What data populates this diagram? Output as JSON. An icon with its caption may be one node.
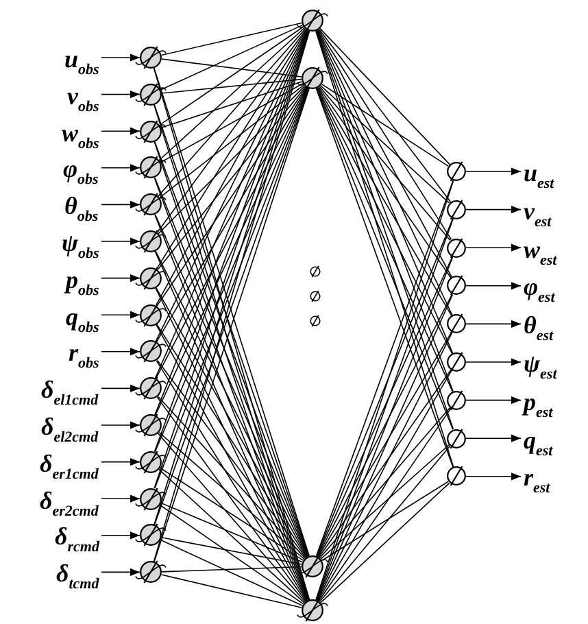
{
  "diagram": {
    "nodes": [
      {
        "text": [
          "u$_{obs}$"
        ]
      },
      {
        "text": [
          "v$_{obs}$"
        ]
      },
      {
        "text": [
          "w$_{obs}$"
        ]
      },
      {
        "text": [
          "φ$_{obs}$"
        ]
      },
      {
        "text": [
          "θ$_{obs}$"
        ]
      },
      {
        "text": [
          "ψ$_{obs}$"
        ]
      },
      {
        "text": [
          "p$_{obs}$"
        ]
      },
      {
        "text": [
          "q$_{obs}$"
        ]
      },
      {
        "text": [
          "r$_{obs}$"
        ]
      },
      {
        "text": [
          "δ$_{el1cmd}$"
        ]
      },
      {
        "text": [
          "δ$_{el2cmd}$"
        ]
      },
      {
        "text": [
          "δ$_{er1cmd}$"
        ]
      },
      {
        "text": [
          "δ$_{er2cmd}$"
        ]
      },
      {
        "text": [
          "δ$_{rcmd}$"
        ]
      },
      {
        "text": [
          "δ$_{tcmd}$"
        ]
      },
      {
        "text": [],
        "shape": "circle"
      },
      {
        "text": [],
        "shape": "circle"
      },
      {
        "text": [],
        "shape": "circle"
      },
      {
        "text": [],
        "shape": "circle"
      },
      {
        "text": [],
        "shape": "circle"
      },
      {
        "text": [],
        "shape": "circle"
      },
      {
        "text": [],
        "shape": "circle"
      },
      {
        "text": [],
        "shape": "circle"
      },
      {
        "text": [],
        "shape": "circle"
      },
      {
        "text": [],
        "shape": "circle"
      },
      {
        "text": [],
        "shape": "circle"
      },
      {
        "text": [],
        "shape": "circle"
      },
      {
        "text": [],
        "shape": "circle"
      },
      {
        "text": [],
        "shape": "circle"
      },
      {
        "text": [],
        "shape": "circle"
      },
      {
        "text": [],
        "shape": "circle"
      },
      {
        "text": [],
        "shape": "circle"
      },
      {
        "text": [],
        "shape": "circle"
      },
      {
        "text": [],
        "shape": "circle"
      },
      {
        "text": [],
        "shape": "circle"
      },
      {
        "text": [],
        "shape": "circle"
      },
      {
        "text": [],
        "shape": "circle"
      },
      {
        "text": [],
        "shape": "circle"
      },
      {
        "text": [],
        "shape": "circle"
      },
      {
        "text": [],
        "shape": "circle"
      },
      {
        "text": [],
        "shape": "circle"
      },
      {
        "text": [],
        "shape": "circle"
      },
      {
        "text": [],
        "shape": "circle"
      },
      {
        "text": [],
        "shape": "circle"
      },
      {
        "text": [],
        "shape": "circle"
      },
      {
        "text": [],
        "shape": "circle"
      },
      {
        "text": [
          "u$_{est}$"
        ]
      },
      {
        "text": [
          "v$_{est}$"
        ]
      },
      {
        "text": [
          "w$_{est}$"
        ]
      },
      {
        "text": [
          "φ$_{est}$"
        ]
      },
      {
        "text": [
          "θ$_{est}$"
        ]
      },
      {
        "text": [
          "ψ$_{est}$"
        ]
      },
      {
        "text": [
          "p$_{est}$"
        ]
      },
      {
        "text": [
          "q$_{est}$"
        ]
      },
      {
        "text": [
          "r$_{est}$"
        ]
      }
    ],
    "edges": [
      {
        "from": 0,
        "to": 15,
        "arrow": "to"
      },
      {
        "from": 1,
        "to": 16,
        "arrow": "to"
      },
      {
        "from": 2,
        "to": 17,
        "arrow": "to"
      },
      {
        "from": 3,
        "to": 18,
        "arrow": "to"
      },
      {
        "from": 4,
        "to": 19,
        "arrow": "to"
      },
      {
        "from": 5,
        "to": 20,
        "arrow": "to"
      },
      {
        "from": 6,
        "to": 21,
        "arrow": "to"
      },
      {
        "from": 7,
        "to": 22,
        "arrow": "to"
      },
      {
        "from": 8,
        "to": 23,
        "arrow": "to"
      },
      {
        "from": 9,
        "to": 24,
        "arrow": "to"
      },
      {
        "from": 10,
        "to": 25,
        "arrow": "to"
      },
      {
        "from": 11,
        "to": 26,
        "arrow": "to"
      },
      {
        "from": 12,
        "to": 27,
        "arrow": "to"
      },
      {
        "from": 13,
        "to": 28,
        "arrow": "to"
      },
      {
        "from": 14,
        "to": 29,
        "arrow": "to"
      },
      {
        "from": 15,
        "to": 30,
        "arrow": "none"
      },
      {
        "from": 15,
        "to": 31,
        "arrow": "none"
      },
      {
        "from": 15,
        "to": 35,
        "arrow": "none"
      },
      {
        "from": 15,
        "to": 36,
        "arrow": "none"
      },
      {
        "from": 16,
        "to": 30,
        "arrow": "none"
      },
      {
        "from": 16,
        "to": 31,
        "arrow": "none"
      },
      {
        "from": 16,
        "to": 35,
        "arrow": "none"
      },
      {
        "from": 16,
        "to": 36,
        "arrow": "none"
      },
      {
        "from": 17,
        "to": 30,
        "arrow": "none"
      },
      {
        "from": 17,
        "to": 31,
        "arrow": "none"
      },
      {
        "from": 17,
        "to": 35,
        "arrow": "none"
      },
      {
        "from": 17,
        "to": 36,
        "arrow": "none"
      },
      {
        "from": 18,
        "to": 30,
        "arrow": "none"
      },
      {
        "from": 18,
        "to": 31,
        "arrow": "none"
      },
      {
        "from": 18,
        "to": 35,
        "arrow": "none"
      },
      {
        "from": 18,
        "to": 36,
        "arrow": "none"
      },
      {
        "from": 19,
        "to": 30,
        "arrow": "none"
      },
      {
        "from": 19,
        "to": 31,
        "arrow": "none"
      },
      {
        "from": 19,
        "to": 35,
        "arrow": "none"
      },
      {
        "from": 19,
        "to": 36,
        "arrow": "none"
      },
      {
        "from": 20,
        "to": 30,
        "arrow": "none"
      },
      {
        "from": 20,
        "to": 31,
        "arrow": "none"
      },
      {
        "from": 20,
        "to": 35,
        "arrow": "none"
      },
      {
        "from": 20,
        "to": 36,
        "arrow": "none"
      },
      {
        "from": 21,
        "to": 30,
        "arrow": "none"
      },
      {
        "from": 21,
        "to": 31,
        "arrow": "none"
      },
      {
        "from": 21,
        "to": 35,
        "arrow": "none"
      },
      {
        "from": 21,
        "to": 36,
        "arrow": "none"
      },
      {
        "from": 22,
        "to": 30,
        "arrow": "none"
      },
      {
        "from": 22,
        "to": 31,
        "arrow": "none"
      },
      {
        "from": 22,
        "to": 35,
        "arrow": "none"
      },
      {
        "from": 22,
        "to": 36,
        "arrow": "none"
      },
      {
        "from": 23,
        "to": 30,
        "arrow": "none"
      },
      {
        "from": 23,
        "to": 31,
        "arrow": "none"
      },
      {
        "from": 23,
        "to": 35,
        "arrow": "none"
      },
      {
        "from": 23,
        "to": 36,
        "arrow": "none"
      },
      {
        "from": 24,
        "to": 30,
        "arrow": "none"
      },
      {
        "from": 24,
        "to": 31,
        "arrow": "none"
      },
      {
        "from": 24,
        "to": 35,
        "arrow": "none"
      },
      {
        "from": 24,
        "to": 36,
        "arrow": "none"
      },
      {
        "from": 25,
        "to": 30,
        "arrow": "none"
      },
      {
        "from": 25,
        "to": 31,
        "arrow": "none"
      },
      {
        "from": 25,
        "to": 35,
        "arrow": "none"
      },
      {
        "from": 25,
        "to": 36,
        "arrow": "none"
      },
      {
        "from": 26,
        "to": 30,
        "arrow": "none"
      },
      {
        "from": 26,
        "to": 31,
        "arrow": "none"
      },
      {
        "from": 26,
        "to": 35,
        "arrow": "none"
      },
      {
        "from": 26,
        "to": 36,
        "arrow": "none"
      },
      {
        "from": 27,
        "to": 30,
        "arrow": "none"
      },
      {
        "from": 27,
        "to": 31,
        "arrow": "none"
      },
      {
        "from": 27,
        "to": 35,
        "arrow": "none"
      },
      {
        "from": 27,
        "to": 36,
        "arrow": "none"
      },
      {
        "from": 28,
        "to": 30,
        "arrow": "none"
      },
      {
        "from": 28,
        "to": 31,
        "arrow": "none"
      },
      {
        "from": 28,
        "to": 35,
        "arrow": "none"
      },
      {
        "from": 28,
        "to": 36,
        "arrow": "none"
      },
      {
        "from": 29,
        "to": 30,
        "arrow": "none"
      },
      {
        "from": 29,
        "to": 31,
        "arrow": "none"
      },
      {
        "from": 29,
        "to": 35,
        "arrow": "none"
      },
      {
        "from": 29,
        "to": 36,
        "arrow": "none"
      },
      {
        "from": 30,
        "to": 37,
        "arrow": "none"
      },
      {
        "from": 30,
        "to": 38,
        "arrow": "none"
      },
      {
        "from": 30,
        "to": 39,
        "arrow": "none"
      },
      {
        "from": 30,
        "to": 40,
        "arrow": "none"
      },
      {
        "from": 30,
        "to": 41,
        "arrow": "none"
      },
      {
        "from": 30,
        "to": 42,
        "arrow": "none"
      },
      {
        "from": 30,
        "to": 43,
        "arrow": "none"
      },
      {
        "from": 30,
        "to": 44,
        "arrow": "none"
      },
      {
        "from": 30,
        "to": 45,
        "arrow": "none"
      },
      {
        "from": 31,
        "to": 37,
        "arrow": "none"
      },
      {
        "from": 31,
        "to": 38,
        "arrow": "none"
      },
      {
        "from": 31,
        "to": 39,
        "arrow": "none"
      },
      {
        "from": 31,
        "to": 40,
        "arrow": "none"
      },
      {
        "from": 31,
        "to": 41,
        "arrow": "none"
      },
      {
        "from": 31,
        "to": 42,
        "arrow": "none"
      },
      {
        "from": 31,
        "to": 43,
        "arrow": "none"
      },
      {
        "from": 31,
        "to": 44,
        "arrow": "none"
      },
      {
        "from": 31,
        "to": 45,
        "arrow": "none"
      },
      {
        "from": 35,
        "to": 37,
        "arrow": "none"
      },
      {
        "from": 35,
        "to": 38,
        "arrow": "none"
      },
      {
        "from": 35,
        "to": 39,
        "arrow": "none"
      },
      {
        "from": 35,
        "to": 40,
        "arrow": "none"
      },
      {
        "from": 35,
        "to": 41,
        "arrow": "none"
      },
      {
        "from": 35,
        "to": 42,
        "arrow": "none"
      },
      {
        "from": 35,
        "to": 43,
        "arrow": "none"
      },
      {
        "from": 35,
        "to": 44,
        "arrow": "none"
      },
      {
        "from": 35,
        "to": 45,
        "arrow": "none"
      },
      {
        "from": 36,
        "to": 37,
        "arrow": "none"
      },
      {
        "from": 36,
        "to": 38,
        "arrow": "none"
      },
      {
        "from": 36,
        "to": 39,
        "arrow": "none"
      },
      {
        "from": 36,
        "to": 40,
        "arrow": "none"
      },
      {
        "from": 36,
        "to": 41,
        "arrow": "none"
      },
      {
        "from": 36,
        "to": 42,
        "arrow": "none"
      },
      {
        "from": 36,
        "to": 43,
        "arrow": "none"
      },
      {
        "from": 36,
        "to": 44,
        "arrow": "none"
      },
      {
        "from": 36,
        "to": 45,
        "arrow": "none"
      },
      {
        "from": 37,
        "to": 46,
        "arrow": "to"
      },
      {
        "from": 38,
        "to": 47,
        "arrow": "to"
      },
      {
        "from": 39,
        "to": 48,
        "arrow": "to"
      },
      {
        "from": 40,
        "to": 49,
        "arrow": "to"
      },
      {
        "from": 41,
        "to": 50,
        "arrow": "to"
      },
      {
        "from": 42,
        "to": 51,
        "arrow": "to"
      },
      {
        "from": 43,
        "to": 52,
        "arrow": "to"
      },
      {
        "from": 44,
        "to": 53,
        "arrow": "to"
      },
      {
        "from": 45,
        "to": 54,
        "arrow": "to"
      }
    ]
  }
}
